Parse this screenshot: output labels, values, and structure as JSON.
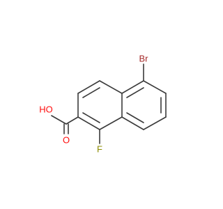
{
  "molecule": {
    "atoms": {
      "bromine": {
        "text": "Br",
        "color": "#a52a2a"
      },
      "hydroxyl": {
        "text": "HO",
        "color": "#ff0d0d"
      },
      "carbonyl_oxygen": {
        "text": "O",
        "color": "#ff0d0d"
      },
      "fluorine": {
        "text": "F",
        "color": "#8b8b00"
      }
    },
    "bond_color": "#3a3a3a"
  }
}
